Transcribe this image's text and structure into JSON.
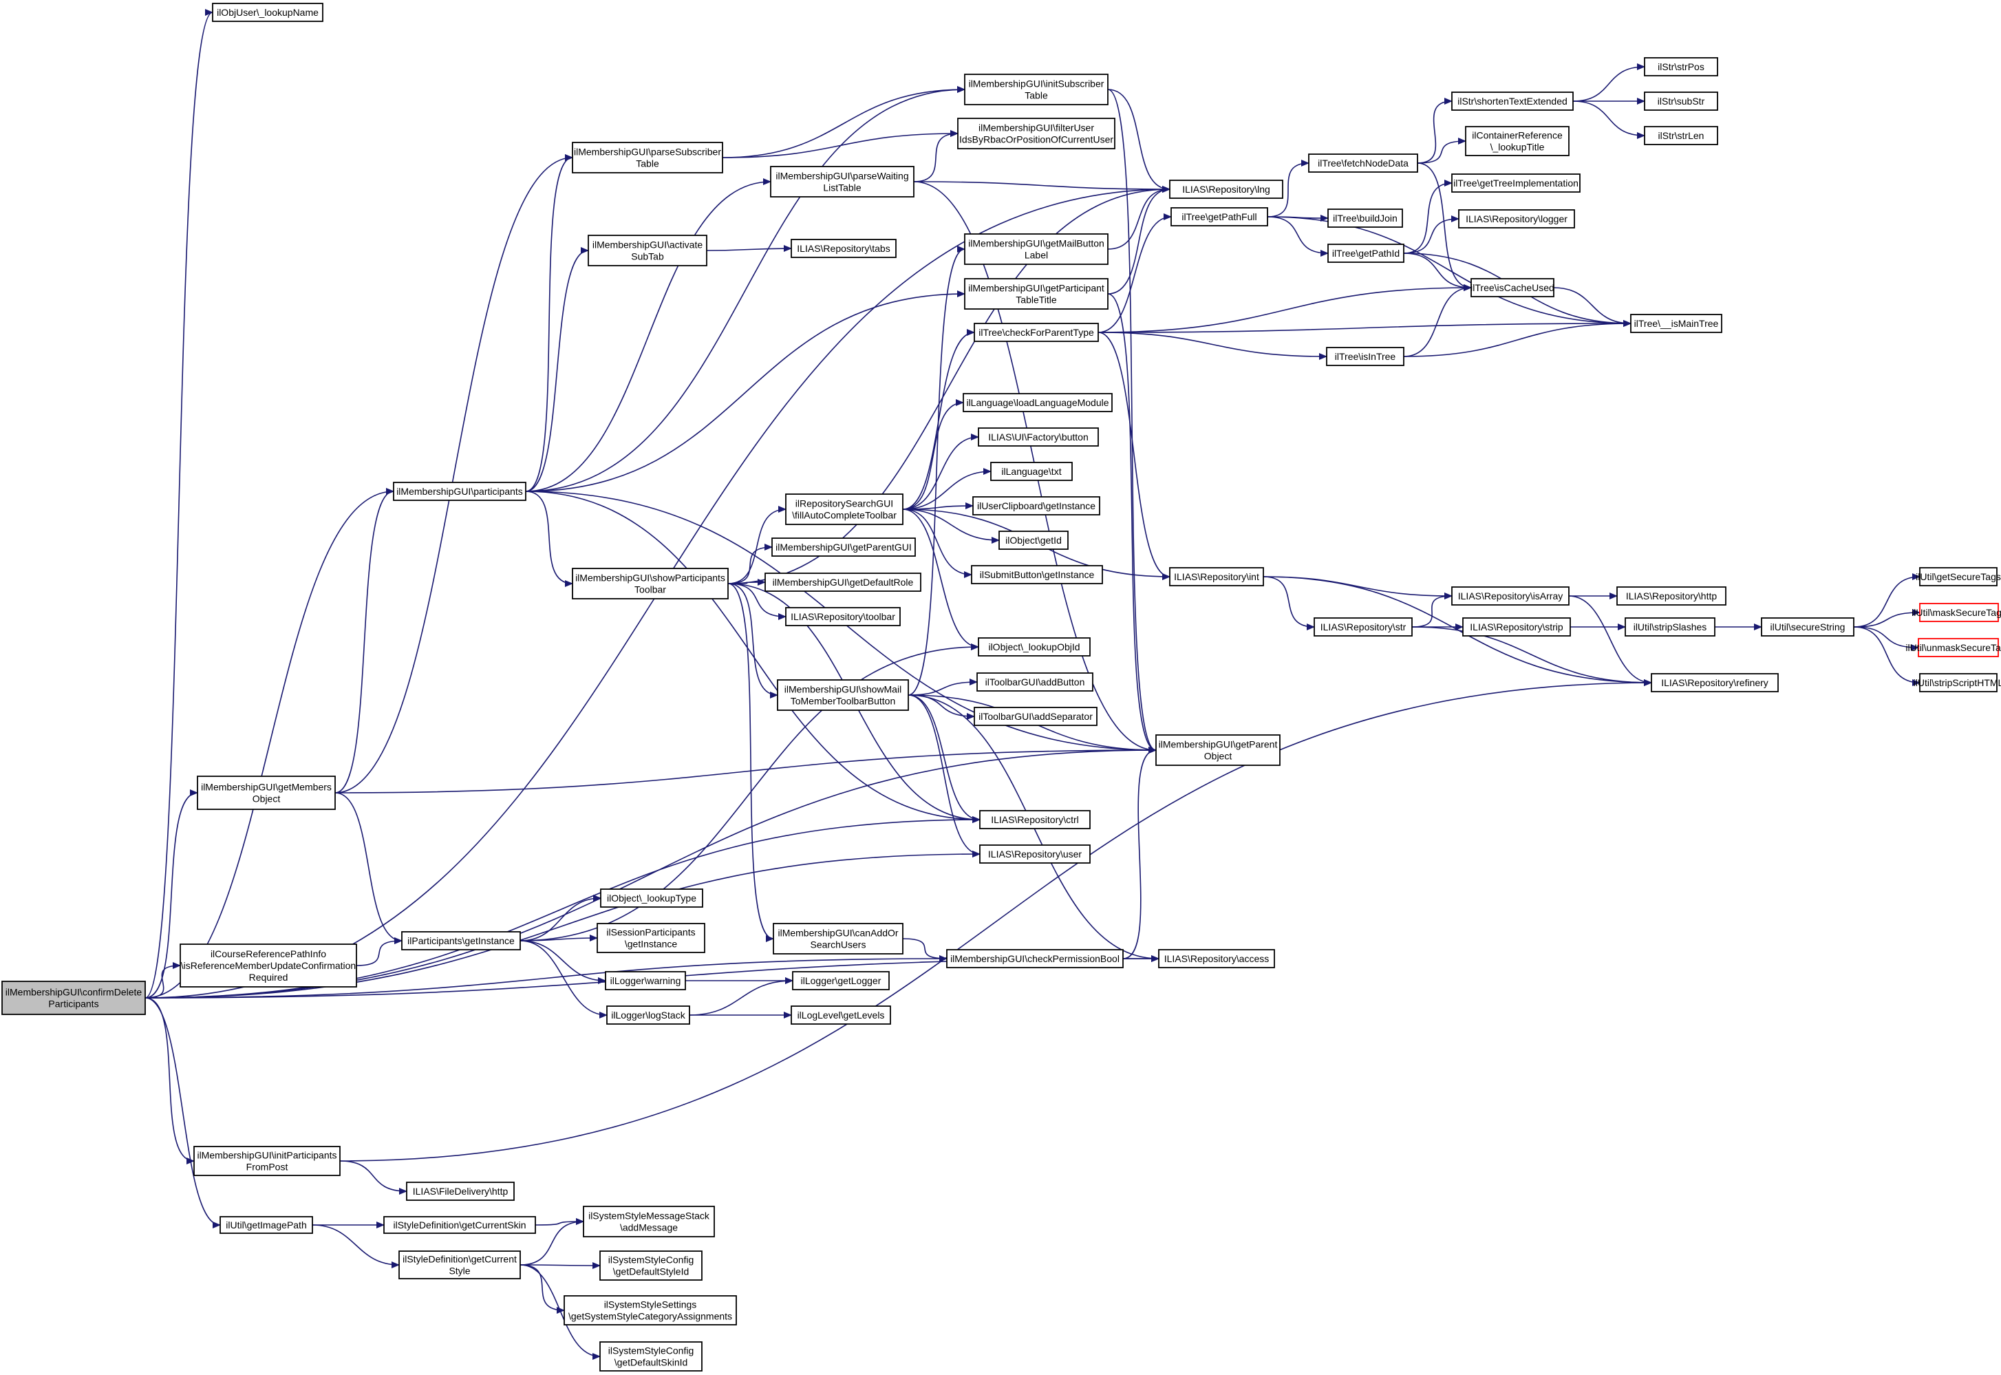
{
  "graph": {
    "root": "n_root",
    "nodes": [
      {
        "id": "n_root",
        "lines": [
          "ilMembershipGUI\\confirmDelete",
          "Participants"
        ],
        "root": true
      },
      {
        "id": "n_lookupName",
        "lines": [
          "ilObjUser\\_lookupName"
        ]
      },
      {
        "id": "n_getMembers",
        "lines": [
          "ilMembershipGUI\\getMembers",
          "Object"
        ]
      },
      {
        "id": "n_coursePath",
        "lines": [
          "ilCourseReferencePathInfo",
          "\\isReferenceMemberUpdateConfirmation",
          "Required"
        ]
      },
      {
        "id": "n_initPart",
        "lines": [
          "ilMembershipGUI\\initParticipants",
          "FromPost"
        ]
      },
      {
        "id": "n_getImagePath",
        "lines": [
          "ilUtil\\getImagePath"
        ]
      },
      {
        "id": "n_participants",
        "lines": [
          "ilMembershipGUI\\participants"
        ]
      },
      {
        "id": "n_getInstance",
        "lines": [
          "ilParticipants\\getInstance"
        ]
      },
      {
        "id": "n_fileHttp",
        "lines": [
          "ILIAS\\FileDelivery\\http"
        ]
      },
      {
        "id": "n_getCurrentSkin",
        "lines": [
          "ilStyleDefinition\\getCurrentSkin"
        ]
      },
      {
        "id": "n_getCurrentStyle",
        "lines": [
          "ilStyleDefinition\\getCurrent",
          "Style"
        ]
      },
      {
        "id": "n_parseSub",
        "lines": [
          "ilMembershipGUI\\parseSubscriber",
          "Table"
        ]
      },
      {
        "id": "n_activateSub",
        "lines": [
          "ilMembershipGUI\\activate",
          "SubTab"
        ]
      },
      {
        "id": "n_showToolbar",
        "lines": [
          "ilMembershipGUI\\showParticipants",
          "Toolbar"
        ]
      },
      {
        "id": "n_lookupType",
        "lines": [
          "ilObject\\_lookupType"
        ]
      },
      {
        "id": "n_sessionPart",
        "lines": [
          "ilSessionParticipants",
          "\\getInstance"
        ]
      },
      {
        "id": "n_warning",
        "lines": [
          "ilLogger\\warning"
        ]
      },
      {
        "id": "n_logStack",
        "lines": [
          "ilLogger\\logStack"
        ]
      },
      {
        "id": "n_addMessage",
        "lines": [
          "ilSystemStyleMessageStack",
          "\\addMessage"
        ]
      },
      {
        "id": "n_defStyleId",
        "lines": [
          "ilSystemStyleConfig",
          "\\getDefaultStyleId"
        ]
      },
      {
        "id": "n_catAssign",
        "lines": [
          "ilSystemStyleSettings",
          "\\getSystemStyleCategoryAssignments"
        ]
      },
      {
        "id": "n_defSkinId",
        "lines": [
          "ilSystemStyleConfig",
          "\\getDefaultSkinId"
        ]
      },
      {
        "id": "n_parseWait",
        "lines": [
          "ilMembershipGUI\\parseWaiting",
          "ListTable"
        ]
      },
      {
        "id": "n_tabs",
        "lines": [
          "ILIAS\\Repository\\tabs"
        ]
      },
      {
        "id": "n_fillAuto",
        "lines": [
          "ilRepositorySearchGUI",
          "\\fillAutoCompleteToolbar"
        ]
      },
      {
        "id": "n_getParentGUI",
        "lines": [
          "ilMembershipGUI\\getParentGUI"
        ]
      },
      {
        "id": "n_getDefaultRole",
        "lines": [
          "ilMembershipGUI\\getDefaultRole"
        ]
      },
      {
        "id": "n_toolbar",
        "lines": [
          "ILIAS\\Repository\\toolbar"
        ]
      },
      {
        "id": "n_showMail",
        "lines": [
          "ilMembershipGUI\\showMail",
          "ToMemberToolbarButton"
        ]
      },
      {
        "id": "n_canAdd",
        "lines": [
          "ilMembershipGUI\\canAddOr",
          "SearchUsers"
        ]
      },
      {
        "id": "n_getLogger",
        "lines": [
          "ilLogger\\getLogger"
        ]
      },
      {
        "id": "n_getLevels",
        "lines": [
          "ilLogLevel\\getLevels"
        ]
      },
      {
        "id": "n_initSubTable",
        "lines": [
          "ilMembershipGUI\\initSubscriber",
          "Table"
        ]
      },
      {
        "id": "n_filterUser",
        "lines": [
          "ilMembershipGUI\\filterUser",
          "IdsByRbacOrPositionOfCurrentUser"
        ]
      },
      {
        "id": "n_getMailLabel",
        "lines": [
          "ilMembershipGUI\\getMailButton",
          "Label"
        ]
      },
      {
        "id": "n_getPartTitle",
        "lines": [
          "ilMembershipGUI\\getParticipant",
          "TableTitle"
        ]
      },
      {
        "id": "n_checkParent",
        "lines": [
          "ilTree\\checkForParentType"
        ]
      },
      {
        "id": "n_loadLang",
        "lines": [
          "ilLanguage\\loadLanguageModule"
        ]
      },
      {
        "id": "n_uiButton",
        "lines": [
          "ILIAS\\UI\\Factory\\button"
        ]
      },
      {
        "id": "n_txt",
        "lines": [
          "ilLanguage\\txt"
        ]
      },
      {
        "id": "n_clipboard",
        "lines": [
          "ilUserClipboard\\getInstance"
        ]
      },
      {
        "id": "n_getId",
        "lines": [
          "ilObject\\getId"
        ]
      },
      {
        "id": "n_submitBtn",
        "lines": [
          "ilSubmitButton\\getInstance"
        ]
      },
      {
        "id": "n_lookupObjId",
        "lines": [
          "ilObject\\_lookupObjId"
        ]
      },
      {
        "id": "n_addButton",
        "lines": [
          "ilToolbarGUI\\addButton"
        ]
      },
      {
        "id": "n_addSep",
        "lines": [
          "ilToolbarGUI\\addSeparator"
        ]
      },
      {
        "id": "n_ctrl",
        "lines": [
          "ILIAS\\Repository\\ctrl"
        ]
      },
      {
        "id": "n_user",
        "lines": [
          "ILIAS\\Repository\\user"
        ]
      },
      {
        "id": "n_checkPerm",
        "lines": [
          "ilMembershipGUI\\checkPermissionBool"
        ]
      },
      {
        "id": "n_lng",
        "lines": [
          "ILIAS\\Repository\\lng"
        ]
      },
      {
        "id": "n_getPathFull",
        "lines": [
          "ilTree\\getPathFull"
        ]
      },
      {
        "id": "n_int",
        "lines": [
          "ILIAS\\Repository\\int"
        ]
      },
      {
        "id": "n_getParentObj",
        "lines": [
          "ilMembershipGUI\\getParent",
          "Object"
        ]
      },
      {
        "id": "n_access",
        "lines": [
          "ILIAS\\Repository\\access"
        ]
      },
      {
        "id": "n_fetchNode",
        "lines": [
          "ilTree\\fetchNodeData"
        ]
      },
      {
        "id": "n_buildJoin",
        "lines": [
          "ilTree\\buildJoin"
        ]
      },
      {
        "id": "n_getPathId",
        "lines": [
          "ilTree\\getPathId"
        ]
      },
      {
        "id": "n_isInTree",
        "lines": [
          "ilTree\\isInTree"
        ]
      },
      {
        "id": "n_str",
        "lines": [
          "ILIAS\\Repository\\str"
        ]
      },
      {
        "id": "n_shortenText",
        "lines": [
          "ilStr\\shortenTextExtended"
        ]
      },
      {
        "id": "n_containerRef",
        "lines": [
          "ilContainerReference",
          "\\_lookupTitle"
        ]
      },
      {
        "id": "n_getTreeImpl",
        "lines": [
          "ilTree\\getTreeImplementation"
        ]
      },
      {
        "id": "n_logger",
        "lines": [
          "ILIAS\\Repository\\logger"
        ]
      },
      {
        "id": "n_isCacheUsed",
        "lines": [
          "ilTree\\isCacheUsed"
        ]
      },
      {
        "id": "n_isArray",
        "lines": [
          "ILIAS\\Repository\\isArray"
        ]
      },
      {
        "id": "n_strip",
        "lines": [
          "ILIAS\\Repository\\strip"
        ]
      },
      {
        "id": "n_refinery",
        "lines": [
          "ILIAS\\Repository\\refinery"
        ]
      },
      {
        "id": "n_strPos",
        "lines": [
          "ilStr\\strPos"
        ]
      },
      {
        "id": "n_subStr",
        "lines": [
          "ilStr\\subStr"
        ]
      },
      {
        "id": "n_strLen",
        "lines": [
          "ilStr\\strLen"
        ]
      },
      {
        "id": "n_isMainTree",
        "lines": [
          "ilTree\\__isMainTree"
        ]
      },
      {
        "id": "n_repoHttp",
        "lines": [
          "ILIAS\\Repository\\http"
        ]
      },
      {
        "id": "n_stripSlashes",
        "lines": [
          "ilUtil\\stripSlashes"
        ]
      },
      {
        "id": "n_secureString",
        "lines": [
          "ilUtil\\secureString"
        ]
      },
      {
        "id": "n_getSecureTags",
        "lines": [
          "ilUtil\\getSecureTags"
        ]
      },
      {
        "id": "n_maskSecure",
        "lines": [
          "ilUtil\\maskSecureTags"
        ],
        "external": true
      },
      {
        "id": "n_unmaskSecure",
        "lines": [
          "ilUtil\\unmaskSecureTags"
        ],
        "external": true
      },
      {
        "id": "n_stripScript",
        "lines": [
          "ilUtil\\stripScriptHTML"
        ]
      }
    ],
    "edges": [
      [
        "n_root",
        "n_lookupName"
      ],
      [
        "n_root",
        "n_getMembers"
      ],
      [
        "n_root",
        "n_coursePath"
      ],
      [
        "n_root",
        "n_initPart"
      ],
      [
        "n_root",
        "n_getImagePath"
      ],
      [
        "n_root",
        "n_participants"
      ],
      [
        "n_root",
        "n_lng"
      ],
      [
        "n_root",
        "n_ctrl"
      ],
      [
        "n_root",
        "n_user"
      ],
      [
        "n_root",
        "n_checkPerm"
      ],
      [
        "n_root",
        "n_getParentObj"
      ],
      [
        "n_root",
        "n_access"
      ],
      [
        "n_getMembers",
        "n_parseSub"
      ],
      [
        "n_getMembers",
        "n_participants"
      ],
      [
        "n_getMembers",
        "n_getInstance"
      ],
      [
        "n_getMembers",
        "n_getParentObj"
      ],
      [
        "n_coursePath",
        "n_getInstance"
      ],
      [
        "n_initPart",
        "n_fileHttp"
      ],
      [
        "n_initPart",
        "n_refinery"
      ],
      [
        "n_getImagePath",
        "n_getCurrentSkin"
      ],
      [
        "n_getImagePath",
        "n_getCurrentStyle"
      ],
      [
        "n_participants",
        "n_parseSub"
      ],
      [
        "n_participants",
        "n_activateSub"
      ],
      [
        "n_participants",
        "n_showToolbar"
      ],
      [
        "n_participants",
        "n_parseWait"
      ],
      [
        "n_participants",
        "n_getPartTitle"
      ],
      [
        "n_participants",
        "n_initSubTable"
      ],
      [
        "n_participants",
        "n_ctrl"
      ],
      [
        "n_participants",
        "n_getParentObj"
      ],
      [
        "n_getInstance",
        "n_lookupType"
      ],
      [
        "n_getInstance",
        "n_sessionPart"
      ],
      [
        "n_getInstance",
        "n_warning"
      ],
      [
        "n_getInstance",
        "n_logStack"
      ],
      [
        "n_getInstance",
        "n_lookupObjId"
      ],
      [
        "n_getCurrentSkin",
        "n_addMessage"
      ],
      [
        "n_getCurrentStyle",
        "n_addMessage"
      ],
      [
        "n_getCurrentStyle",
        "n_defStyleId"
      ],
      [
        "n_getCurrentStyle",
        "n_catAssign"
      ],
      [
        "n_getCurrentStyle",
        "n_defSkinId"
      ],
      [
        "n_parseSub",
        "n_initSubTable"
      ],
      [
        "n_parseSub",
        "n_filterUser"
      ],
      [
        "n_activateSub",
        "n_tabs"
      ],
      [
        "n_showToolbar",
        "n_fillAuto"
      ],
      [
        "n_showToolbar",
        "n_getParentGUI"
      ],
      [
        "n_showToolbar",
        "n_getDefaultRole"
      ],
      [
        "n_showToolbar",
        "n_toolbar"
      ],
      [
        "n_showToolbar",
        "n_showMail"
      ],
      [
        "n_showToolbar",
        "n_canAdd"
      ],
      [
        "n_showToolbar",
        "n_lng"
      ],
      [
        "n_showToolbar",
        "n_ctrl"
      ],
      [
        "n_warning",
        "n_getLogger"
      ],
      [
        "n_logStack",
        "n_getLogger"
      ],
      [
        "n_logStack",
        "n_getLevels"
      ],
      [
        "n_parseWait",
        "n_filterUser"
      ],
      [
        "n_parseWait",
        "n_lng"
      ],
      [
        "n_parseWait",
        "n_getParentObj"
      ],
      [
        "n_fillAuto",
        "n_checkParent"
      ],
      [
        "n_fillAuto",
        "n_loadLang"
      ],
      [
        "n_fillAuto",
        "n_uiButton"
      ],
      [
        "n_fillAuto",
        "n_txt"
      ],
      [
        "n_fillAuto",
        "n_clipboard"
      ],
      [
        "n_fillAuto",
        "n_getId"
      ],
      [
        "n_fillAuto",
        "n_submitBtn"
      ],
      [
        "n_fillAuto",
        "n_lookupObjId"
      ],
      [
        "n_fillAuto",
        "n_int"
      ],
      [
        "n_showMail",
        "n_getMailLabel"
      ],
      [
        "n_showMail",
        "n_addButton"
      ],
      [
        "n_showMail",
        "n_addSep"
      ],
      [
        "n_showMail",
        "n_ctrl"
      ],
      [
        "n_showMail",
        "n_user"
      ],
      [
        "n_showMail",
        "n_getParentObj"
      ],
      [
        "n_showMail",
        "n_access"
      ],
      [
        "n_canAdd",
        "n_checkPerm"
      ],
      [
        "n_initSubTable",
        "n_lng"
      ],
      [
        "n_initSubTable",
        "n_getParentObj"
      ],
      [
        "n_getMailLabel",
        "n_lng"
      ],
      [
        "n_getPartTitle",
        "n_lng"
      ],
      [
        "n_getPartTitle",
        "n_getParentObj"
      ],
      [
        "n_checkParent",
        "n_getPathFull"
      ],
      [
        "n_checkParent",
        "n_isCacheUsed"
      ],
      [
        "n_checkParent",
        "n_isInTree"
      ],
      [
        "n_checkParent",
        "n_isMainTree"
      ],
      [
        "n_checkParent",
        "n_int"
      ],
      [
        "n_checkPerm",
        "n_access"
      ],
      [
        "n_checkPerm",
        "n_getParentObj"
      ],
      [
        "n_getPathFull",
        "n_fetchNode"
      ],
      [
        "n_getPathFull",
        "n_buildJoin"
      ],
      [
        "n_getPathFull",
        "n_getPathId"
      ],
      [
        "n_getPathFull",
        "n_isMainTree"
      ],
      [
        "n_int",
        "n_isArray"
      ],
      [
        "n_int",
        "n_str"
      ],
      [
        "n_int",
        "n_refinery"
      ],
      [
        "n_fetchNode",
        "n_shortenText"
      ],
      [
        "n_fetchNode",
        "n_containerRef"
      ],
      [
        "n_fetchNode",
        "n_isCacheUsed"
      ],
      [
        "n_getPathId",
        "n_getTreeImpl"
      ],
      [
        "n_getPathId",
        "n_logger"
      ],
      [
        "n_getPathId",
        "n_isCacheUsed"
      ],
      [
        "n_getPathId",
        "n_isMainTree"
      ],
      [
        "n_isInTree",
        "n_isCacheUsed"
      ],
      [
        "n_isInTree",
        "n_isMainTree"
      ],
      [
        "n_isCacheUsed",
        "n_isMainTree"
      ],
      [
        "n_str",
        "n_isArray"
      ],
      [
        "n_str",
        "n_strip"
      ],
      [
        "n_str",
        "n_refinery"
      ],
      [
        "n_shortenText",
        "n_strPos"
      ],
      [
        "n_shortenText",
        "n_subStr"
      ],
      [
        "n_shortenText",
        "n_strLen"
      ],
      [
        "n_isArray",
        "n_repoHttp"
      ],
      [
        "n_isArray",
        "n_refinery"
      ],
      [
        "n_strip",
        "n_stripSlashes"
      ],
      [
        "n_stripSlashes",
        "n_secureString"
      ],
      [
        "n_secureString",
        "n_getSecureTags"
      ],
      [
        "n_secureString",
        "n_maskSecure"
      ],
      [
        "n_secureString",
        "n_unmaskSecure"
      ],
      [
        "n_secureString",
        "n_stripScript"
      ]
    ]
  }
}
